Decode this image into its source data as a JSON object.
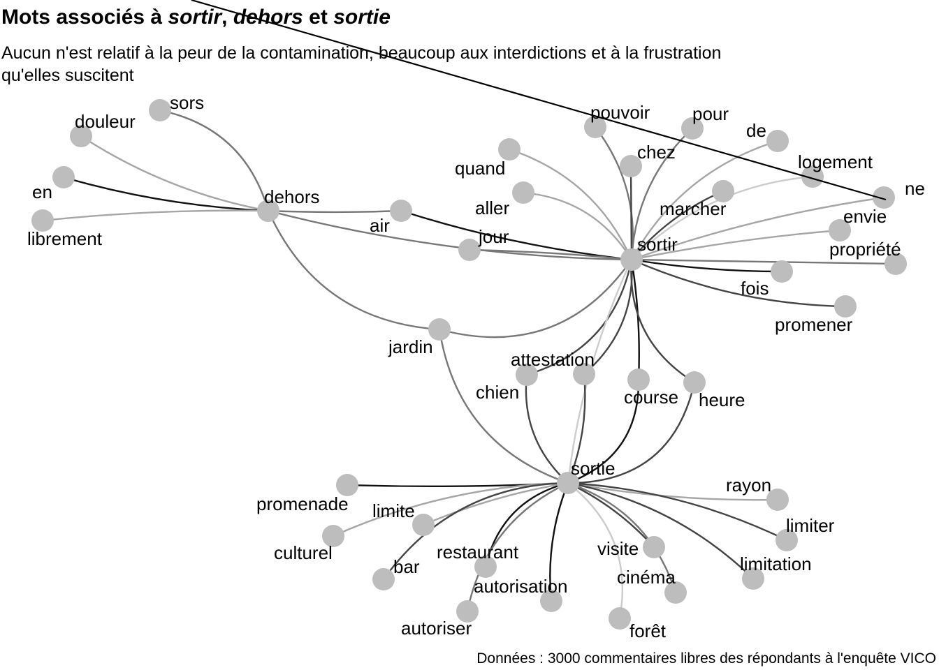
{
  "header": {
    "title_prefix": "Mots associés à ",
    "title_word1": "sortir",
    "title_sep1": ", ",
    "title_word2": "dehors",
    "title_sep2": " et ",
    "title_word3": "sortie",
    "subtitle": "Aucun n'est relatif à la peur de la contamination, beaucoup aux interdictions et à la frustration qu'elles suscitent"
  },
  "caption": "Données : 3000 commentaires libres des répondants à l'enquête VICO",
  "colors": {
    "node": "#bdbdbd",
    "edge_black": "#111111",
    "edge_dark": "#444444",
    "edge_mid": "#777777",
    "edge_light": "#a6a6a6",
    "edge_pale": "#cccccc",
    "background": "#ffffff"
  },
  "network": {
    "hubs": [
      "dehors",
      "sortir",
      "sortie"
    ],
    "nodes": [
      {
        "id": "dehors",
        "label": "dehors"
      },
      {
        "id": "sortir",
        "label": "sortir"
      },
      {
        "id": "sortie",
        "label": "sortie"
      },
      {
        "id": "sors",
        "label": "sors"
      },
      {
        "id": "douleur",
        "label": "douleur"
      },
      {
        "id": "en",
        "label": "en"
      },
      {
        "id": "librement",
        "label": "librement"
      },
      {
        "id": "air",
        "label": "air"
      },
      {
        "id": "jour",
        "label": "jour"
      },
      {
        "id": "jardin",
        "label": "jardin"
      },
      {
        "id": "quand",
        "label": "quand"
      },
      {
        "id": "aller",
        "label": "aller"
      },
      {
        "id": "pouvoir",
        "label": "pouvoir"
      },
      {
        "id": "chez",
        "label": "chez"
      },
      {
        "id": "pour",
        "label": "pour"
      },
      {
        "id": "de",
        "label": "de"
      },
      {
        "id": "marcher",
        "label": "marcher"
      },
      {
        "id": "logement",
        "label": "logement"
      },
      {
        "id": "ne",
        "label": "ne"
      },
      {
        "id": "envie",
        "label": "envie"
      },
      {
        "id": "propriete",
        "label": "propriété"
      },
      {
        "id": "fois",
        "label": "fois"
      },
      {
        "id": "promener",
        "label": "promener"
      },
      {
        "id": "attestation",
        "label": "attestation"
      },
      {
        "id": "chien",
        "label": "chien"
      },
      {
        "id": "course",
        "label": "course"
      },
      {
        "id": "heure",
        "label": "heure"
      },
      {
        "id": "promenade",
        "label": "promenade"
      },
      {
        "id": "limite",
        "label": "limite"
      },
      {
        "id": "culturel",
        "label": "culturel"
      },
      {
        "id": "bar",
        "label": "bar"
      },
      {
        "id": "restaurant",
        "label": "restaurant"
      },
      {
        "id": "autorisation",
        "label": "autorisation"
      },
      {
        "id": "autoriser",
        "label": "autoriser"
      },
      {
        "id": "visite",
        "label": "visite"
      },
      {
        "id": "cinema",
        "label": "cinéma"
      },
      {
        "id": "foret",
        "label": "forêt"
      },
      {
        "id": "rayon",
        "label": "rayon"
      },
      {
        "id": "limiter",
        "label": "limiter"
      },
      {
        "id": "limitation",
        "label": "limitation"
      }
    ],
    "edges": [
      {
        "source": "dehors",
        "target": "sors",
        "tone": "mid"
      },
      {
        "source": "dehors",
        "target": "douleur",
        "tone": "light"
      },
      {
        "source": "dehors",
        "target": "en",
        "tone": "black"
      },
      {
        "source": "dehors",
        "target": "librement",
        "tone": "light"
      },
      {
        "source": "dehors",
        "target": "air",
        "tone": "mid"
      },
      {
        "source": "dehors",
        "target": "sortir",
        "tone": "mid"
      },
      {
        "source": "dehors",
        "target": "jardin",
        "tone": "mid"
      },
      {
        "source": "sortir",
        "target": "air",
        "tone": "black"
      },
      {
        "source": "sortir",
        "target": "jour",
        "tone": "mid"
      },
      {
        "source": "sortir",
        "target": "quand",
        "tone": "light"
      },
      {
        "source": "sortir",
        "target": "aller",
        "tone": "light"
      },
      {
        "source": "sortir",
        "target": "pouvoir",
        "tone": "mid"
      },
      {
        "source": "sortir",
        "target": "chez",
        "tone": "dark"
      },
      {
        "source": "sortir",
        "target": "pour",
        "tone": "mid"
      },
      {
        "source": "sortir",
        "target": "de",
        "tone": "light"
      },
      {
        "source": "sortir",
        "target": "marcher",
        "tone": "dark"
      },
      {
        "source": "sortir",
        "target": "logement",
        "tone": "pale"
      },
      {
        "source": "sortir",
        "target": "ne",
        "tone": "light"
      },
      {
        "source": "sortir",
        "target": "envie",
        "tone": "light"
      },
      {
        "source": "sortir",
        "target": "propriete",
        "tone": "mid"
      },
      {
        "source": "sortir",
        "target": "fois",
        "tone": "black"
      },
      {
        "source": "sortir",
        "target": "promener",
        "tone": "dark"
      },
      {
        "source": "sortir",
        "target": "jardin",
        "tone": "mid"
      },
      {
        "source": "sortir",
        "target": "attestation",
        "tone": "dark"
      },
      {
        "source": "sortir",
        "target": "chien",
        "tone": "dark"
      },
      {
        "source": "sortir",
        "target": "course",
        "tone": "black"
      },
      {
        "source": "sortir",
        "target": "heure",
        "tone": "dark"
      },
      {
        "source": "sortir",
        "target": "sortie",
        "tone": "pale"
      },
      {
        "source": "sortie",
        "target": "jardin",
        "tone": "mid"
      },
      {
        "source": "sortie",
        "target": "attestation",
        "tone": "dark"
      },
      {
        "source": "sortie",
        "target": "chien",
        "tone": "dark"
      },
      {
        "source": "sortie",
        "target": "course",
        "tone": "black"
      },
      {
        "source": "sortie",
        "target": "heure",
        "tone": "dark"
      },
      {
        "source": "sortie",
        "target": "promenade",
        "tone": "black"
      },
      {
        "source": "sortie",
        "target": "limite",
        "tone": "light"
      },
      {
        "source": "sortie",
        "target": "culturel",
        "tone": "light"
      },
      {
        "source": "sortie",
        "target": "bar",
        "tone": "dark"
      },
      {
        "source": "sortie",
        "target": "restaurant",
        "tone": "black"
      },
      {
        "source": "sortie",
        "target": "autorisation",
        "tone": "black"
      },
      {
        "source": "sortie",
        "target": "autoriser",
        "tone": "mid"
      },
      {
        "source": "sortie",
        "target": "visite",
        "tone": "dark"
      },
      {
        "source": "sortie",
        "target": "cinema",
        "tone": "mid"
      },
      {
        "source": "sortie",
        "target": "foret",
        "tone": "pale"
      },
      {
        "source": "sortie",
        "target": "rayon",
        "tone": "light"
      },
      {
        "source": "sortie",
        "target": "limiter",
        "tone": "dark"
      },
      {
        "source": "sortie",
        "target": "limitation",
        "tone": "dark"
      }
    ]
  }
}
